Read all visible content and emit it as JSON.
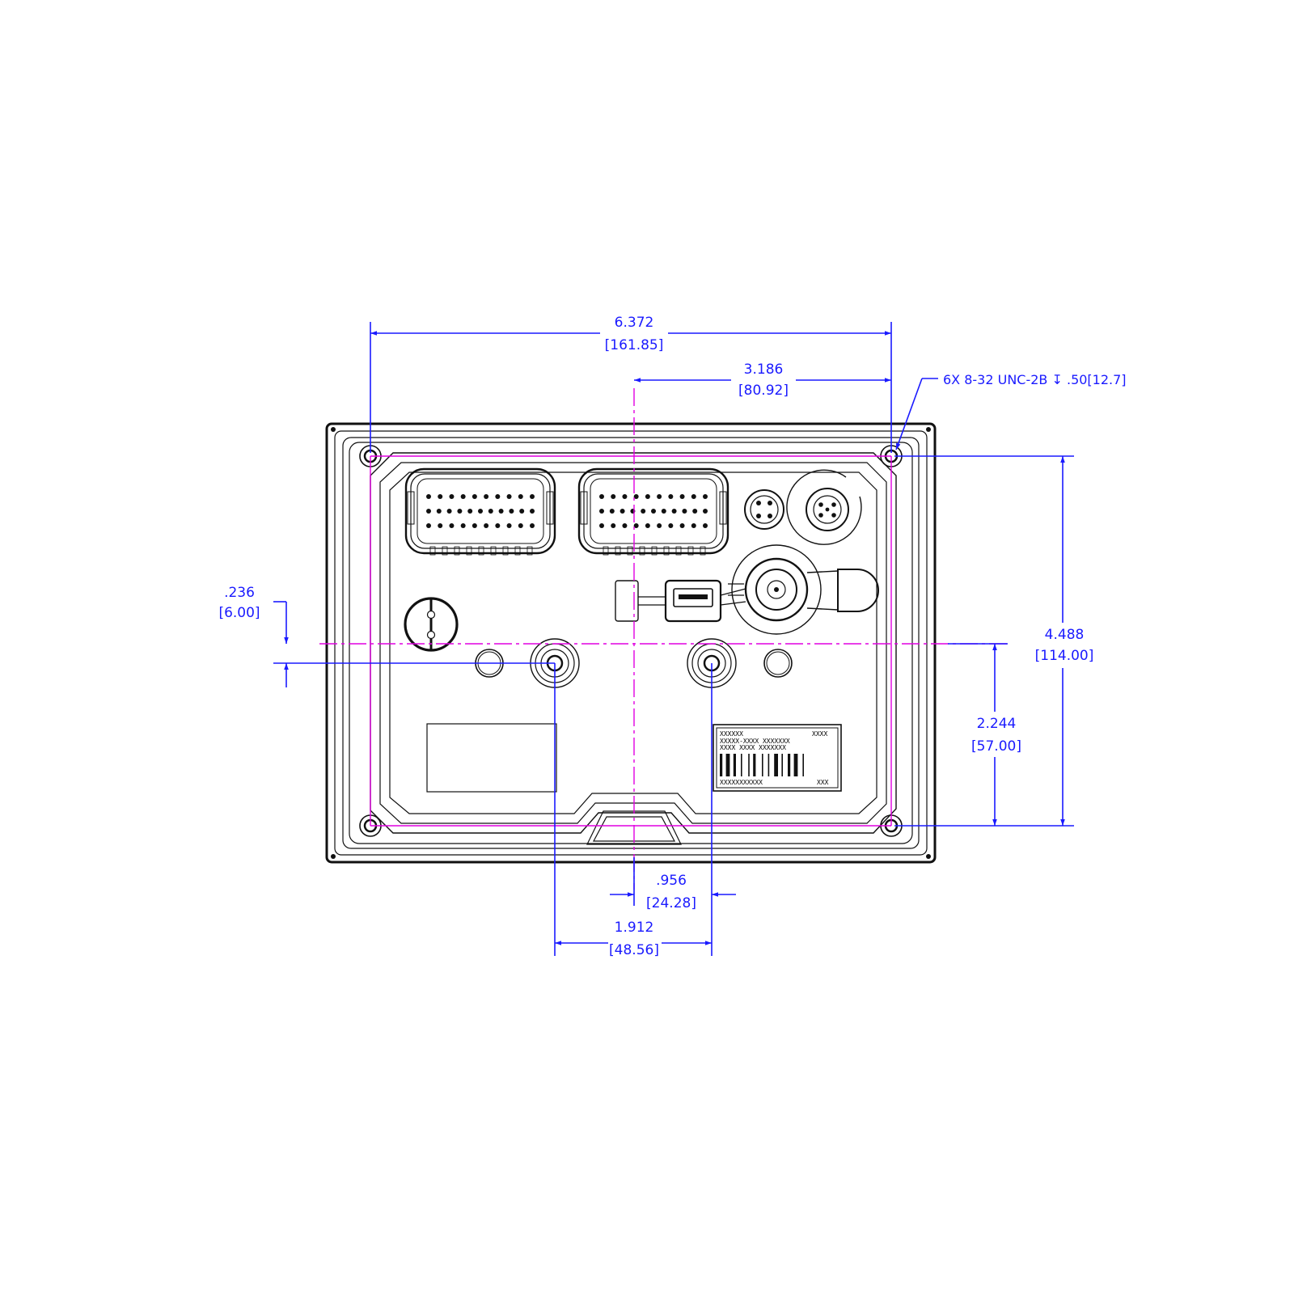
{
  "colors": {
    "dimension": "#1a1aff",
    "centerline": "#e000e0",
    "outline": "#111111"
  },
  "dimensions": {
    "overall_width": {
      "inch": "6.372",
      "mm": "[161.85]"
    },
    "half_width": {
      "inch": "3.186",
      "mm": "[80.92]"
    },
    "hole_callout": "6X 8-32 UNC-2B ↧ .50[12.7]",
    "offset_small": {
      "inch": ".236",
      "mm": "[6.00]"
    },
    "overall_height": {
      "inch": "4.488",
      "mm": "[114.00]"
    },
    "half_height": {
      "inch": "2.244",
      "mm": "[57.00]"
    },
    "boss_offset": {
      "inch": ".956",
      "mm": "[24.28]"
    },
    "boss_spacing": {
      "inch": "1.912",
      "mm": "[48.56]"
    }
  },
  "label_plate": {
    "line1_left": "XXXXXX",
    "line1_right": "XXXX",
    "line2": "XXXXX-XXXX XXXXXXX",
    "line3": "XXXX XXXX XXXXXXX",
    "bottom_left": "XXXXXXXXXXX",
    "bottom_right": "XXX"
  },
  "icons": [
    "threaded-hole-icon",
    "connector-icon",
    "usb-port-icon",
    "vent-icon",
    "coax-connector-icon"
  ]
}
